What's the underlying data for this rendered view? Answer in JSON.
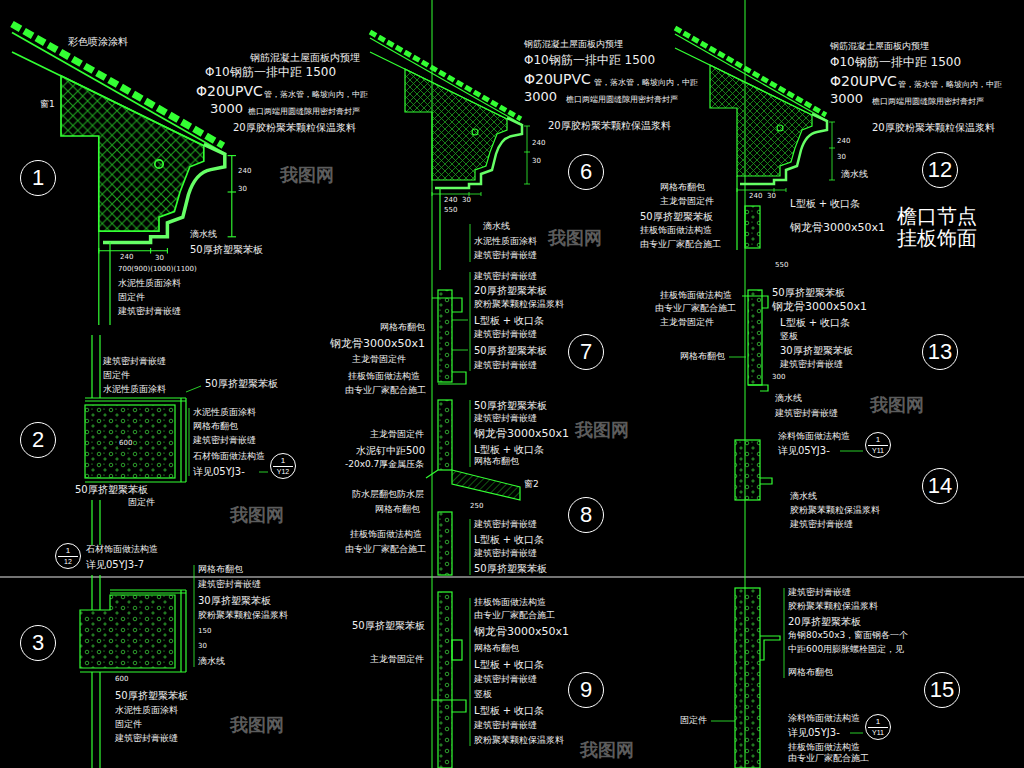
{
  "diagram": {
    "title": "檐口节点 挂板饰面",
    "nodes": [
      {
        "text": [
          "1"
        ]
      },
      {
        "text": [
          "1",
          "Y12"
        ]
      },
      {
        "text": [
          "2"
        ]
      },
      {
        "text": [
          "1",
          "12"
        ]
      },
      {
        "text": [
          "3"
        ]
      },
      {
        "text": [
          "6"
        ]
      },
      {
        "text": [
          "7"
        ]
      },
      {
        "text": [
          "8"
        ]
      },
      {
        "text": [
          "9"
        ]
      },
      {
        "text": [
          "12"
        ]
      },
      {
        "text": [
          "13"
        ]
      },
      {
        "text": [
          "1",
          "Y11"
        ]
      },
      {
        "text": [
          "14"
        ]
      },
      {
        "text": [
          "1",
          "Y11"
        ]
      },
      {
        "text": [
          "15"
        ]
      }
    ],
    "labels": [
      "彩色喷涂涂料",
      "窗1",
      "钢筋混凝土屋面板内预埋",
      "Φ10钢筋一排中距 1500",
      "Φ20UPVC",
      "管，落水管，略坡向内，中距",
      "3000",
      "檐口两端用圆缝隙用密封膏封严",
      "20厚胶粉聚苯颗粒保温浆料",
      "240",
      "30",
      "滴水线",
      "50厚挤塑聚苯板",
      "240",
      "30",
      "700(900)(1000)(1100)",
      "水泥性质面涂料",
      "固定件",
      "建筑密封膏嵌缝",
      "建筑密封膏嵌缝",
      "固定件",
      "水泥性质面涂料",
      "50厚挤塑聚苯板",
      "水泥性质面涂料",
      "网格布翻包",
      "建筑密封膏嵌缝",
      "石材饰面做法构造",
      "详见05YJ3-",
      "600",
      "50厚挤塑聚苯板",
      "固定件",
      "石材饰面做法构造",
      "详见05YJ3-7",
      "网格布翻包",
      "建筑密封膏嵌缝",
      "30厚挤塑聚苯板",
      "胶粉聚苯颗粒保温浆料",
      "150",
      "30",
      "滴水线",
      "600",
      "50厚挤塑聚苯板",
      "水泥性质面涂料",
      "固定件",
      "建筑密封膏嵌缝",
      "钢筋混凝土屋面板内预埋",
      "Φ10钢筋一排中距 1500",
      "Φ20UPVC",
      "管，落水管，略坡向内，中距",
      "3000",
      "檐口两端用圆缝隙用密封膏封严",
      "20厚胶粉聚苯颗粒保温浆料",
      "240",
      "30",
      "240",
      "30",
      "550",
      "滴水线",
      "水泥性质面涂料",
      "建筑密封膏嵌缝",
      "建筑密封膏嵌缝",
      "20厚挤塑聚苯板",
      "胶粉聚苯颗粒保温浆料",
      "L型板 + 收口条",
      "建筑密封膏嵌缝",
      "50厚挤塑聚苯板",
      "建筑密封膏嵌缝",
      "网格布翻包",
      "钢龙骨3000x50x1",
      "主龙骨固定件",
      "挂板饰面做法构造",
      "由专业厂家配合施工",
      "50厚挤塑聚苯板",
      "建筑密封膏嵌缝",
      "钢龙骨3000x50x1",
      "L型板 + 收口条",
      "网格布翻包",
      "窗2",
      "250",
      "建筑密封膏嵌缝",
      "L型板 + 收口条",
      "建筑密封膏嵌缝",
      "50厚挤塑聚苯板",
      "主龙骨固定件",
      "水泥钉中距500",
      "-20x0.7厚金属压条",
      "防水层翻包防水层",
      "网格布翻包",
      "挂板饰面做法构造",
      "由专业厂家配合施工",
      "50厚挤塑聚苯板",
      "主龙骨固定件",
      "挂板饰面做法构造",
      "由专业厂家配合施工",
      "钢龙骨3000x50x1",
      "网格布翻包",
      "L型板 + 收口条",
      "建筑密封膏嵌缝",
      "竖板",
      "L型板 + 收口条",
      "建筑密封膏嵌缝",
      "胶粉聚苯颗粒保温浆料",
      "钢筋混凝土屋面板内预埋",
      "Φ10钢筋一排中距 1500",
      "Φ20UPVC",
      "管，落水管，略坡向内，中距",
      "3000",
      "檐口两端用圆缝隙用密封膏封严",
      "20厚胶粉聚苯颗粒保温浆料",
      "240",
      "30",
      "滴水线",
      "网格布翻包",
      "主龙骨固定件",
      "50厚挤塑聚苯板",
      "挂板饰面做法构造",
      "由专业厂家配合施工",
      "240",
      "30",
      "L型板 + 收口条",
      "钢龙骨3000x50x1",
      "550",
      "挂板饰面做法构造",
      "由专业厂家配合施工",
      "主龙骨固定件",
      "网格布翻包",
      "50厚挤塑聚苯板",
      "钢龙骨3000x50x1",
      "L型板 + 收口条",
      "竖板",
      "30厚挤塑聚苯板",
      "建筑密封膏嵌缝",
      "300",
      "滴水线",
      "建筑密封膏嵌缝",
      "涂料饰面做法构造",
      "详见05YJ3-",
      "滴水线",
      "胶粉聚苯颗粒保温浆料",
      "建筑密封膏嵌缝",
      "建筑密封膏嵌缝",
      "胶粉聚苯颗粒保温浆料",
      "20厚挤塑聚苯板",
      "角钢80x50x3，窗面钢各一个",
      "中距600用膨胀螺栓固定，见",
      "网格布翻包",
      "固定件",
      "涂料饰面做法构造",
      "详见05YJ3-",
      "挂板饰面做法构造",
      "由专业厂家配合施工",
      "我图网",
      "我图网",
      "我图网",
      "我图网",
      "我图网",
      "我图网",
      "我图网"
    ]
  }
}
